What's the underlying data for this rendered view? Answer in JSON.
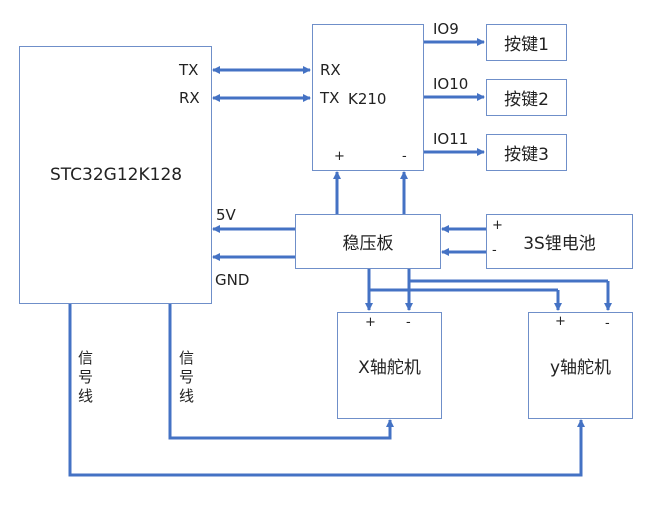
{
  "blocks": {
    "mcu": {
      "name": "STC32G12K128",
      "pins": {
        "tx": "TX",
        "rx": "RX",
        "v5": "5V",
        "gnd": "GND"
      }
    },
    "k210": {
      "name": "K210",
      "pins": {
        "rx": "RX",
        "tx": "TX",
        "plus": "+",
        "minus": "-"
      },
      "io": [
        "IO9",
        "IO10",
        "IO11"
      ]
    },
    "buttons": [
      "按键1",
      "按键2",
      "按键3"
    ],
    "regulator": {
      "name": "稳压板"
    },
    "battery": {
      "name": "3S锂电池",
      "plus": "+",
      "minus": "-"
    },
    "servo_x": {
      "name": "X轴舵机",
      "plus": "+",
      "minus": "-"
    },
    "servo_y": {
      "name": "y轴舵机",
      "plus": "+",
      "minus": "-"
    }
  },
  "wires": {
    "signal_label": "信号线"
  },
  "colors": {
    "line": "#4472c4",
    "border": "#6f8fc9"
  }
}
